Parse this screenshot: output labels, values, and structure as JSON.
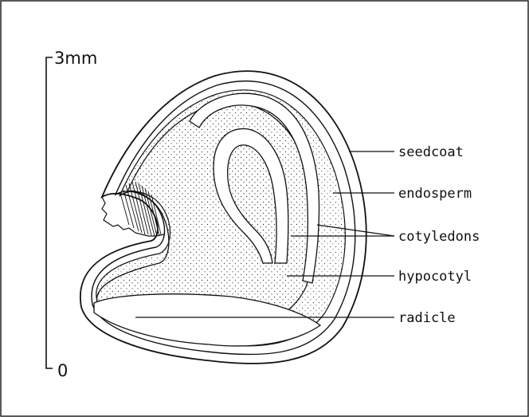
{
  "scale_bar": {
    "top_label": "3mm",
    "bottom_label": "0"
  },
  "labels": {
    "seedcoat": "seedcoat",
    "endosperm": "endosperm",
    "cotyledons": "cotyledons",
    "hypocotyl": "hypocotyl",
    "radicle": "radicle"
  },
  "colors": {
    "ink": "#111111",
    "background": "#ffffff"
  }
}
